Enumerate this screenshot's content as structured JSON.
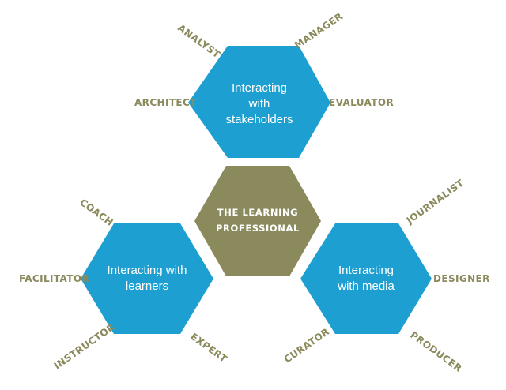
{
  "center": {
    "lines": [
      "THE LEARNING",
      "PROFESSIONAL"
    ]
  },
  "hexagons": {
    "stakeholders": {
      "lines": [
        "Interacting",
        "with",
        "stakeholders"
      ]
    },
    "learners": {
      "lines": [
        "Interacting with",
        "learners"
      ]
    },
    "media": {
      "lines": [
        "Interacting",
        "with media"
      ]
    }
  },
  "roles": {
    "analyst": "ANALYST",
    "manager": "MANAGER",
    "architect": "ARCHITECT",
    "evaluator": "EVALUATOR",
    "coach": "COACH",
    "facilitator": "FACILITATOR",
    "instructor": "INSTRUCTOR",
    "expert": "EXPERT",
    "journalist": "JOURNALIST",
    "designer": "DESIGNER",
    "curator": "CURATOR",
    "producer": "PRODUCER"
  },
  "colors": {
    "hex_blue": "#1d9fd1",
    "hex_center": "#8b8a5c",
    "role_text": "#8b8a5c"
  }
}
